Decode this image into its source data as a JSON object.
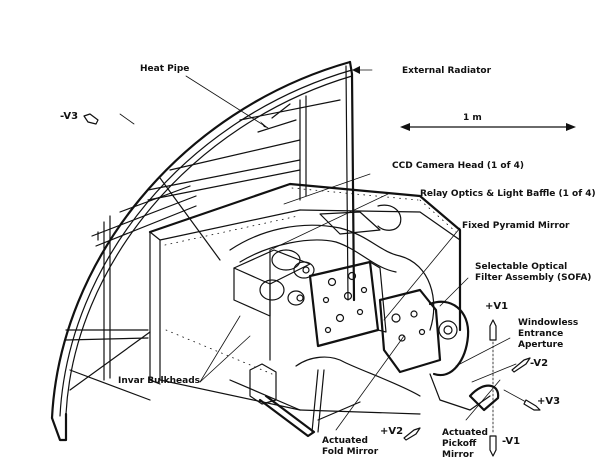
{
  "diagram": {
    "type": "exploded technical line drawing",
    "subject": "Instrument assembly with external radiator",
    "scale_bar": {
      "label": "1 m"
    },
    "labels": {
      "heat_pipe": "Heat Pipe",
      "external_radiator": "External Radiator",
      "ccd_camera_head": "CCD Camera Head (1 of 4)",
      "relay_optics": "Relay Optics & Light Baffle (1 of 4)",
      "fixed_pyramid_mirror": "Fixed Pyramid Mirror",
      "sofa": "Selectable Optical\nFilter Assembly (SOFA)",
      "windowless_aperture": "Windowless\nEntrance\nAperture",
      "invar_bulkheads": "Invar Bulkheads",
      "actuated_fold_mirror": "Actuated\nFold Mirror",
      "actuated_pickoff_mirror": "Actuated\nPickoff\nMirror"
    },
    "axes": {
      "plus_v1": "+V1",
      "minus_v1": "-V1",
      "plus_v2": "+V2",
      "minus_v2": "-V2",
      "plus_v3": "+V3",
      "minus_v3": "-V3"
    }
  }
}
